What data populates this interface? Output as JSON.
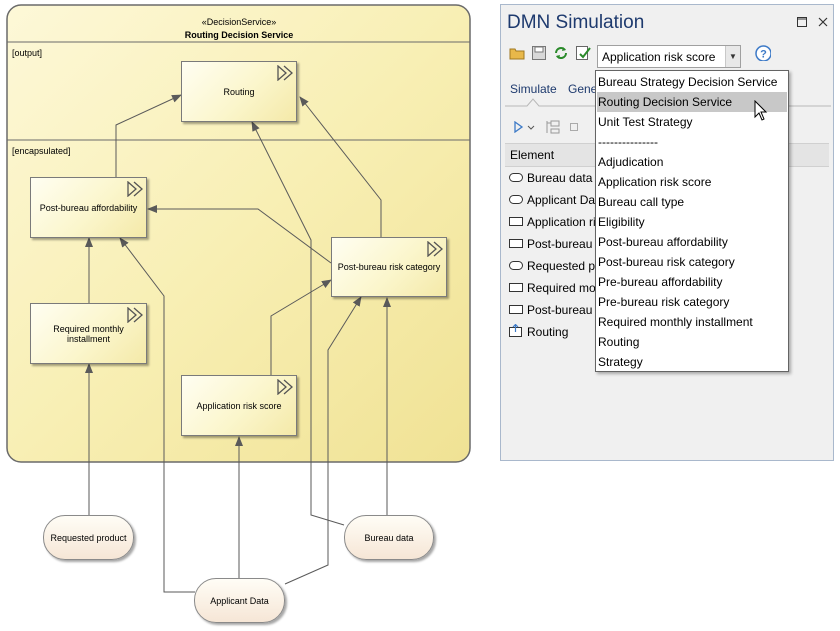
{
  "diagram": {
    "stereotype": "«DecisionService»",
    "service_name": "Routing Decision Service",
    "output_label": "[output]",
    "encapsulated_label": "[encapsulated]",
    "decisions": {
      "routing": "Routing",
      "post_bureau_affordability": "Post-bureau affordability",
      "post_bureau_risk_category": "Post-bureau risk category",
      "required_monthly_installment": "Required monthly installment",
      "application_risk_score": "Application risk score"
    },
    "inputs": {
      "requested_product": "Requested product",
      "bureau_data": "Bureau data",
      "applicant_data": "Applicant Data"
    }
  },
  "dmn_window": {
    "title": "DMN Simulation",
    "combo_value": "Application risk score",
    "tabs": [
      "Simulate",
      "Gene"
    ],
    "grid_header": "Element",
    "rows": [
      {
        "label": "Bureau data",
        "icon": "input-data-icon"
      },
      {
        "label": "Applicant Dat",
        "icon": "input-data-icon"
      },
      {
        "label": "Application ri",
        "icon": "decision-icon"
      },
      {
        "label": "Post-bureau",
        "icon": "decision-icon"
      },
      {
        "label": "Requested pr",
        "icon": "input-data-icon"
      },
      {
        "label": "Required mo",
        "icon": "decision-icon"
      },
      {
        "label": "Post-bureau",
        "icon": "decision-icon"
      },
      {
        "label": "Routing",
        "icon": "output-decision-icon"
      }
    ],
    "dropdown_items": [
      "Bureau Strategy Decision Service",
      "Routing Decision Service",
      "Unit Test Strategy",
      "---------------",
      "Adjudication",
      "Application risk score",
      "Bureau call type",
      "Eligibility",
      "Post-bureau affordability",
      "Post-bureau risk category",
      "Pre-bureau affordability",
      "Pre-bureau risk category",
      "Required monthly installment",
      "Routing",
      "Strategy"
    ],
    "dropdown_selected": "Routing Decision Service",
    "colors": {
      "title": "#1e3a6e",
      "selection": "#c8c8c8",
      "service_fill": "#f7eda9"
    }
  }
}
